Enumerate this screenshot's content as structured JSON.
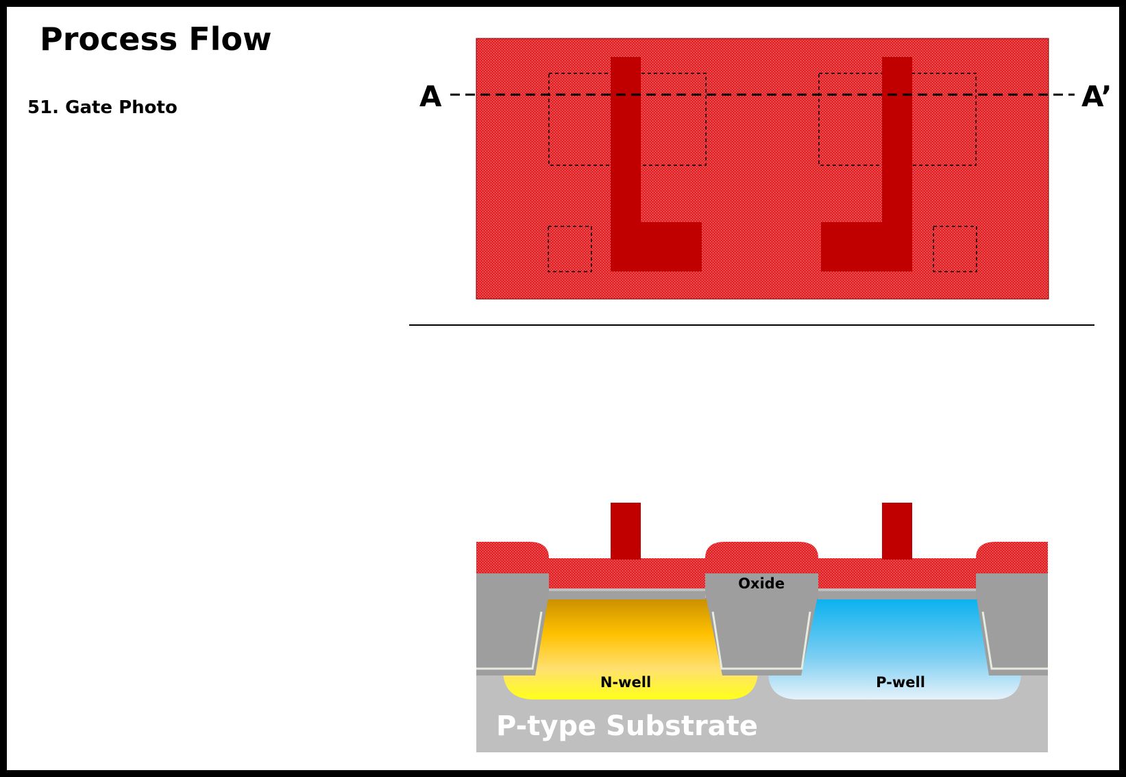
{
  "slide": {
    "title": "Process Flow",
    "step": "51. Gate Photo"
  },
  "top_view": {
    "cut_start_label": "A",
    "cut_end_label": "A’"
  },
  "cross_section": {
    "oxide_label": "Oxide",
    "nwell_label": "N-well",
    "pwell_label": "P-well",
    "substrate_label": "P-type Substrate"
  },
  "colors": {
    "photoresist": "#e8262a",
    "gate": "#c00000",
    "oxide": "#9e9e9e",
    "substrate": "#bfbfbf",
    "nwell_top": "#c98f00",
    "nwell_bottom": "#ffff1a",
    "pwell_top": "#0ab1ef",
    "pwell_bottom": "#e6f2fa"
  }
}
